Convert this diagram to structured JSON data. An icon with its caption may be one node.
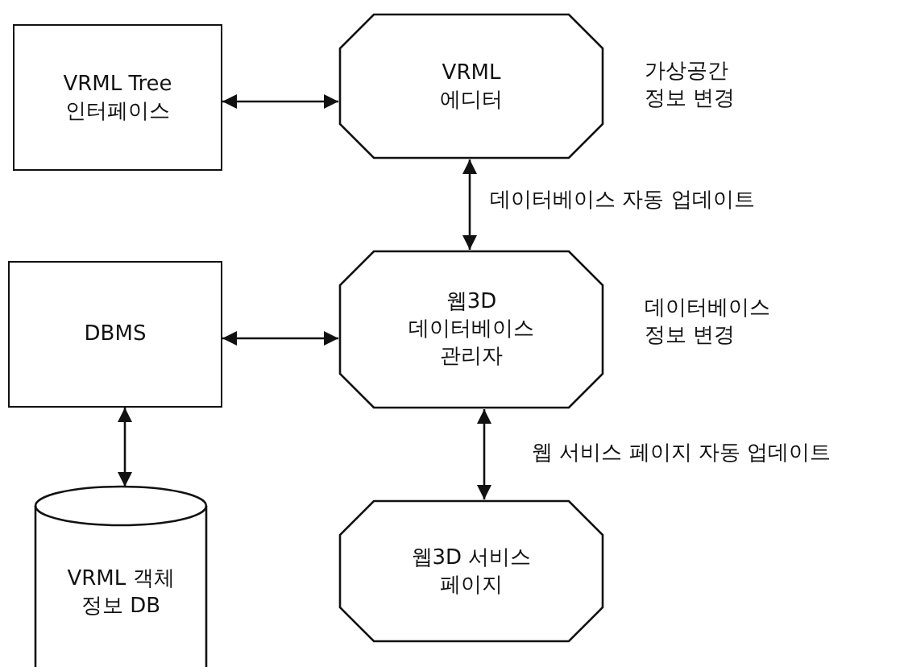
{
  "diagram": {
    "nodes": [
      {
        "text": [
          "VRML Tree 인터페이스"
        ]
      },
      {
        "text": [
          "VRML 에디터"
        ],
        "beside": [
          "가상공간 정보 변경"
        ]
      },
      {
        "text": [
          "DBMS"
        ]
      },
      {
        "text": [
          "웹3D 데이터베이스 관리자"
        ],
        "beside": [
          "데이터베이스 정보 변경"
        ]
      },
      {
        "text": [
          "VRML 객체 정보 DB"
        ]
      },
      {
        "text": [
          "웹3D 서비스 페이지"
        ]
      }
    ],
    "edges": [
      {
        "from": 0,
        "to": 1,
        "arrow": "both"
      },
      {
        "from": 1,
        "to": 3,
        "arrow": "both",
        "label": "데이터베이스 자동 업데이트"
      },
      {
        "from": 2,
        "to": 3,
        "arrow": "both"
      },
      {
        "from": 2,
        "to": 4,
        "arrow": "both"
      },
      {
        "from": 3,
        "to": 5,
        "arrow": "both",
        "label": "웹 서비스 페이지 자동 업데이트"
      }
    ]
  }
}
